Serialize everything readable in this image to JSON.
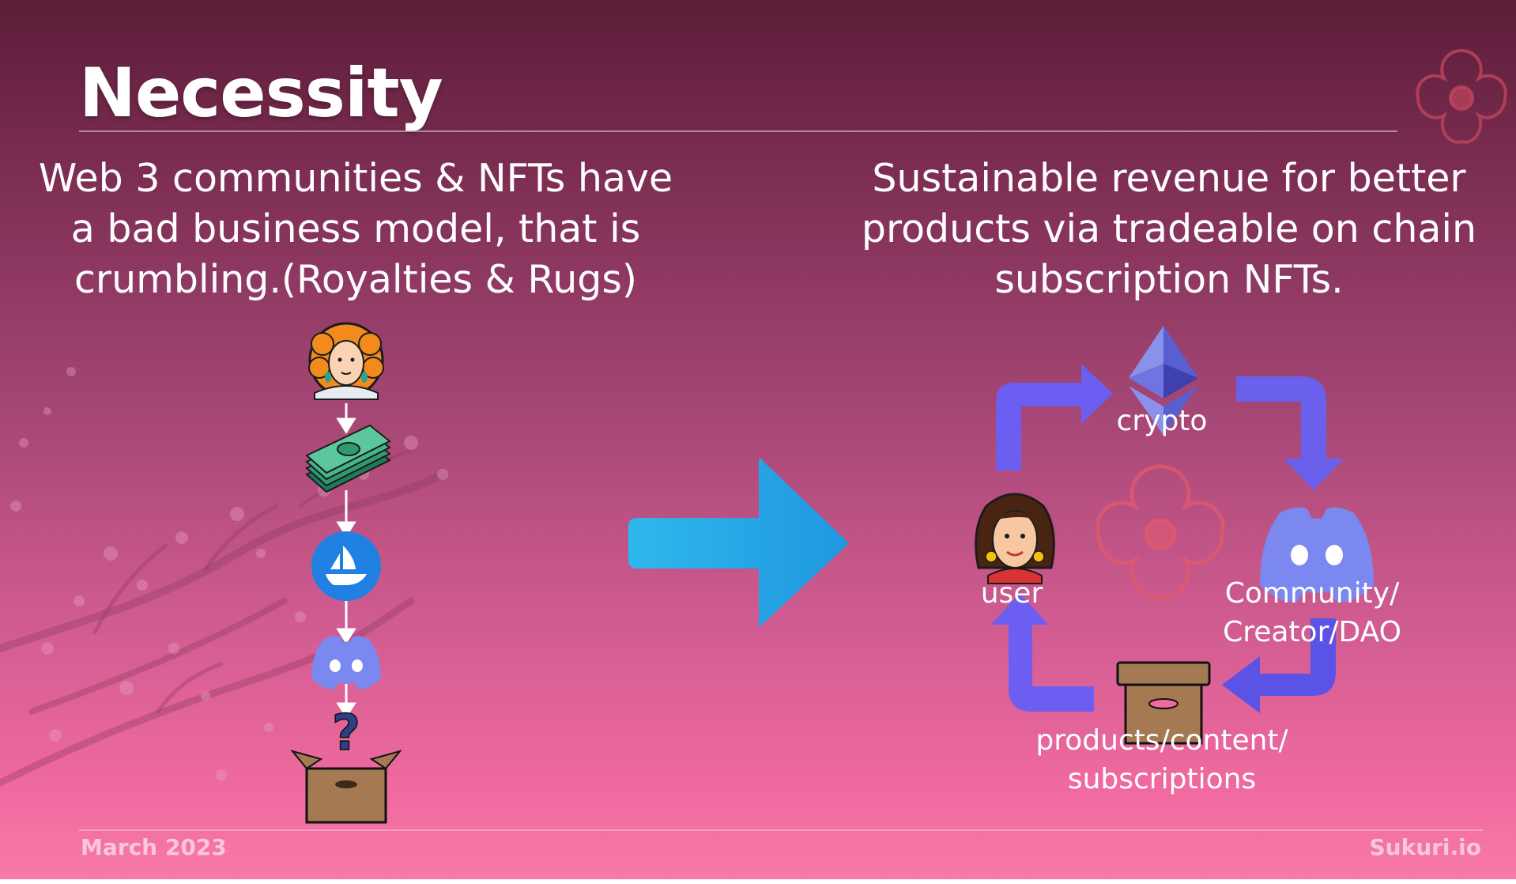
{
  "slide": {
    "title": "Necessity",
    "left_text": [
      "Web 3 communities & NFTs have",
      "a bad business model, that is",
      "crumbling.(Royalties & Rugs)"
    ],
    "right_text": [
      "Sustainable revenue for better",
      "products via tradeable on chain",
      "subscription NFTs."
    ]
  },
  "flow_left": {
    "icons": [
      "woman-avatar-icon",
      "cash-stack-icon",
      "opensea-logo-icon",
      "discord-logo-icon",
      "mystery-box-icon"
    ]
  },
  "cycle": {
    "labels": {
      "crypto": "crypto",
      "user": "user",
      "community": [
        "Community/",
        "Creator/DAO"
      ],
      "products": [
        "products/content/",
        "subscriptions"
      ]
    },
    "icons": [
      "ethereum-icon",
      "woman-avatar-icon",
      "discord-logo-icon",
      "box-icon",
      "sakura-flower-icon"
    ]
  },
  "footer": {
    "date": "March 2023",
    "brand": "Sukuri.io"
  },
  "colors": {
    "bg_top": "#5b1d38",
    "bg_bottom": "#f77aa9",
    "arrow_blue": "#29aee8",
    "cycle_purple": "#6b5ef0",
    "discord": "#7b88f0",
    "ethereum": "#6f74e0"
  }
}
